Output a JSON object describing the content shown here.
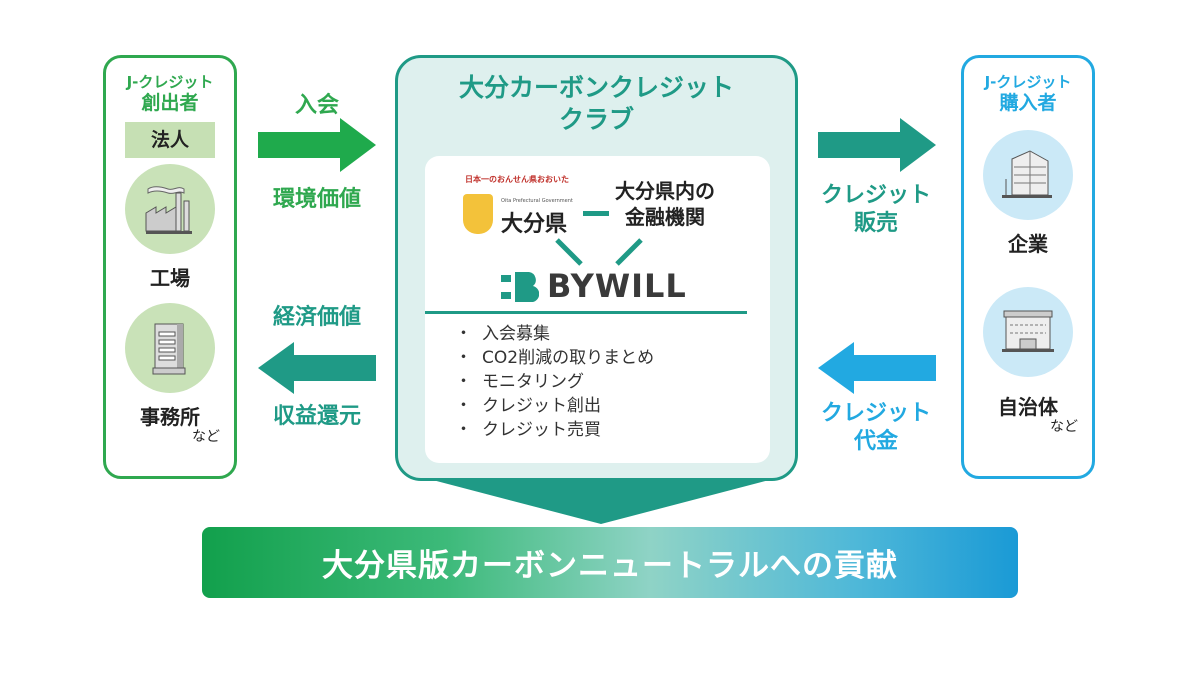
{
  "creator": {
    "subtitle": "J-クレジット",
    "title": "創出者",
    "tag": "法人",
    "items": [
      {
        "label": "工場",
        "icon": "factory-icon"
      },
      {
        "label": "事務所",
        "icon": "office-building-icon"
      }
    ],
    "etc": "など"
  },
  "buyer": {
    "subtitle": "J-クレジット",
    "title": "購入者",
    "items": [
      {
        "label": "企業",
        "icon": "corporate-building-icon"
      },
      {
        "label": "自治体",
        "icon": "city-hall-icon"
      }
    ],
    "etc": "など"
  },
  "arrows": {
    "join": "入会",
    "env_value": "環境価値",
    "econ_value": "経済価値",
    "revenue": "収益還元",
    "credit_sale_1": "クレジット",
    "credit_sale_2": "販売",
    "credit_pay_1": "クレジット",
    "credit_pay_2": "代金"
  },
  "club": {
    "title_1": "大分カーボンクレジット",
    "title_2": "クラブ",
    "oita_slogan": "日本一のおんせん県おおいた",
    "oita_en": "Oita Prefectural Government",
    "oita": "大分県",
    "bank_1": "大分県内の",
    "bank_2": "金融機関",
    "bywill": "BYWILL",
    "tasks": [
      "入会募集",
      "CO2削減の取りまとめ",
      "モニタリング",
      "クレジット創出",
      "クレジット売買"
    ]
  },
  "banner": "大分県版カーボンニュートラルへの貢献",
  "colors": {
    "green": "#2fa84f",
    "teal": "#1f9a86",
    "blue": "#22a9e1"
  }
}
